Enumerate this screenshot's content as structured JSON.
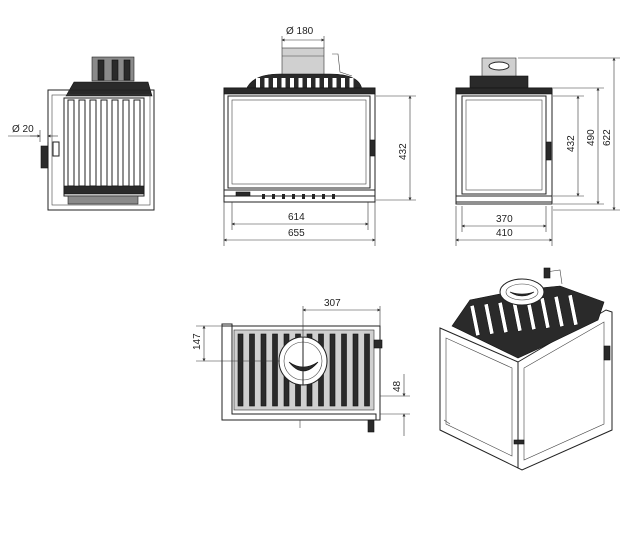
{
  "dimensions": {
    "flue_diameter": "Ø 180",
    "side_pipe_diameter": "Ø 20",
    "front_inner_height": "432",
    "front_inner_width": "614",
    "front_outer_width": "655",
    "side_inner_height": "432",
    "side_mid_height": "490",
    "side_total_height": "622",
    "side_inner_width": "370",
    "side_outer_width": "410",
    "top_offset": "307",
    "top_depth": "147",
    "top_small": "48"
  },
  "colors": {
    "line": "#222222",
    "fill_dark": "#2a2a2a",
    "fill_mid": "#8a8a8a"
  }
}
